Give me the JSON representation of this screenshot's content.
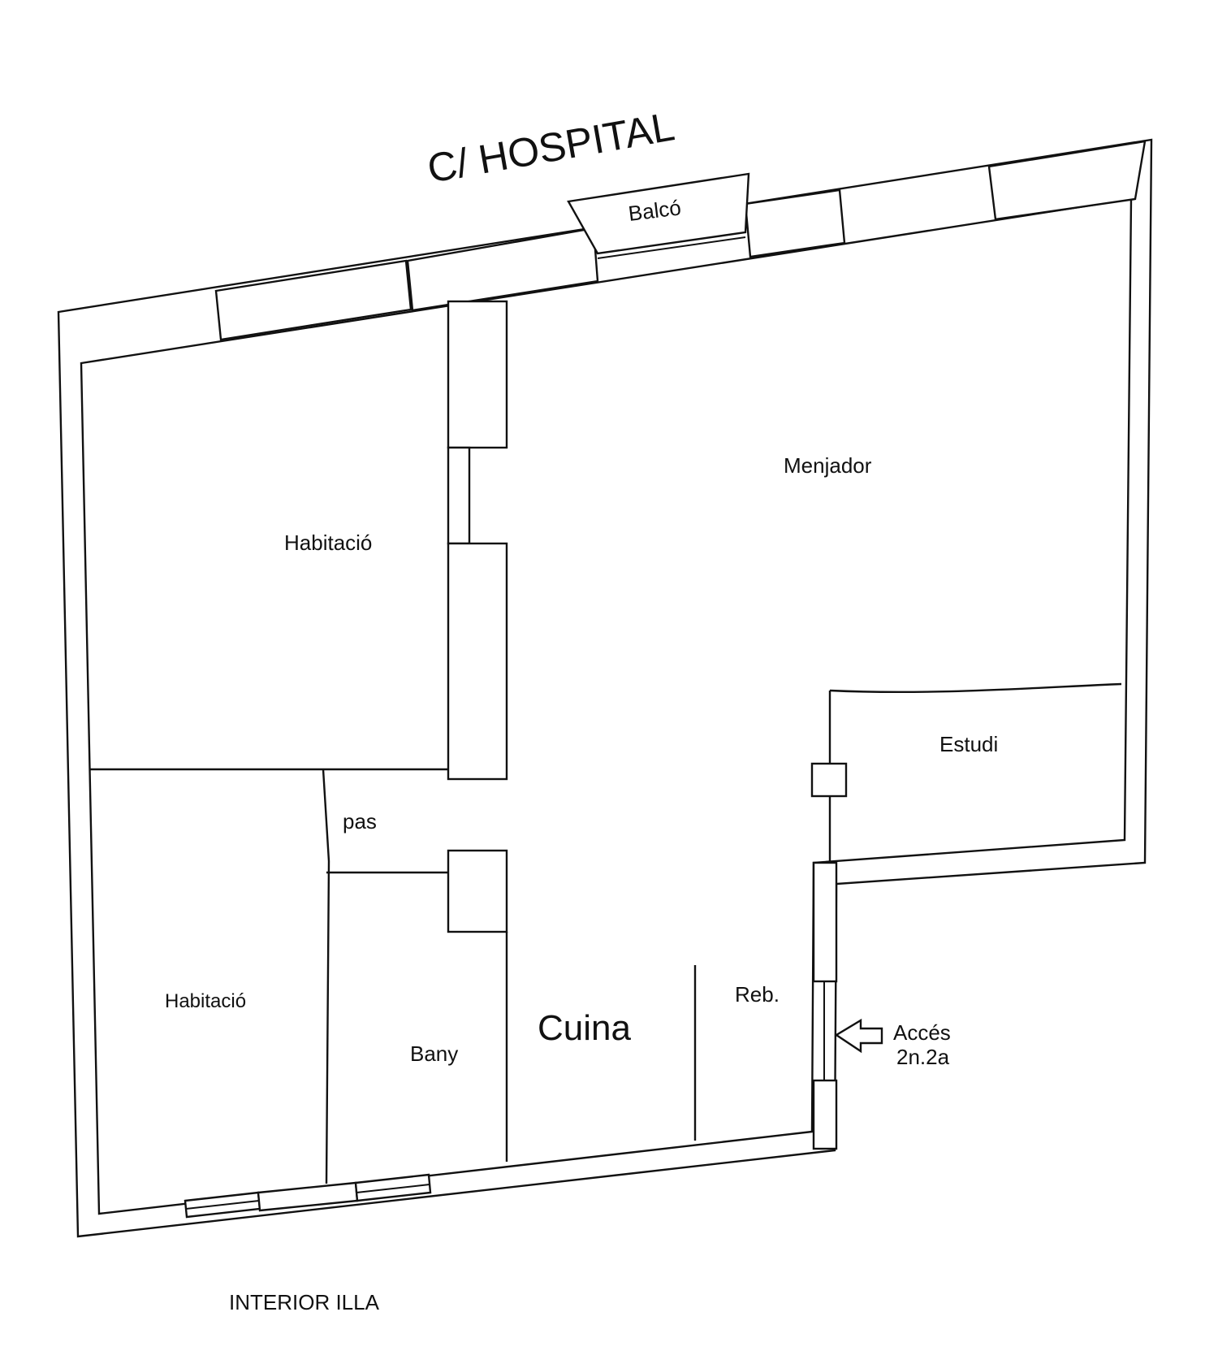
{
  "street": "C/ HOSPITAL",
  "courtyard": "INTERIOR ILLA",
  "balcony": "Balcó",
  "rooms": {
    "bedroom_top": "Habitació",
    "bedroom_bottom": "Habitació",
    "dining": "Menjador",
    "study": "Estudi",
    "passage": "pas",
    "bathroom": "Bany",
    "kitchen": "Cuina",
    "hall": "Reb."
  },
  "access": {
    "line1": "Accés",
    "line2": "2n.2a"
  }
}
